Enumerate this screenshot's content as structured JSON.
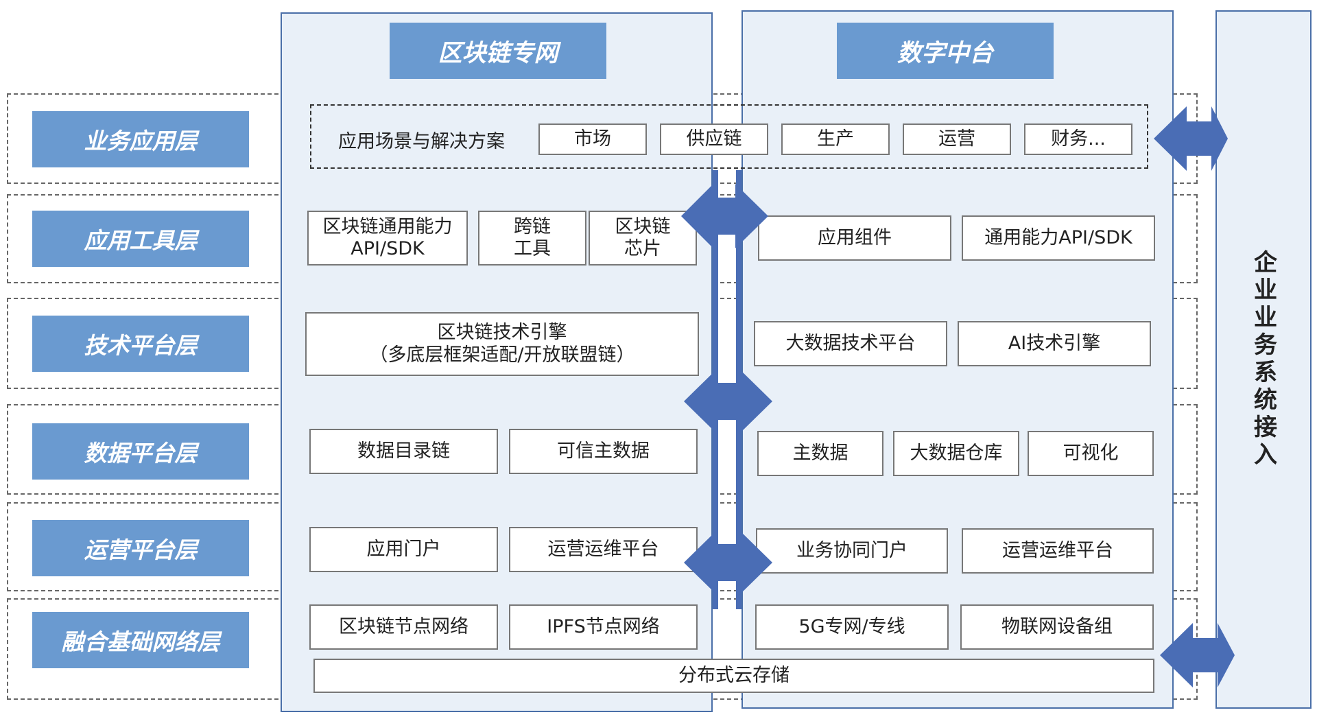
{
  "columns": {
    "blockchain_net": "区块链专网",
    "digital_platform": "数字中台",
    "enterprise_access": "企业业务系统接入"
  },
  "layers": [
    "业务应用层",
    "应用工具层",
    "技术平台层",
    "数据平台层",
    "运营平台层",
    "融合基础网络层"
  ],
  "business": {
    "scene_label": "应用场景与解决方案",
    "items": [
      "市场",
      "供应链",
      "生产",
      "运营",
      "财务..."
    ]
  },
  "tools": {
    "left": [
      "区块链通用能力\nAPI/SDK",
      "跨链\n工具",
      "区块链\n芯片"
    ],
    "right": [
      "应用组件",
      "通用能力API/SDK"
    ]
  },
  "tech": {
    "left": "区块链技术引擎\n（多底层框架适配/开放联盟链）",
    "right": [
      "大数据技术平台",
      "AI技术引擎"
    ]
  },
  "data": {
    "left": [
      "数据目录链",
      "可信主数据"
    ],
    "right": [
      "主数据",
      "大数据仓库",
      "可视化"
    ]
  },
  "ops": {
    "left": [
      "应用门户",
      "运营运维平台"
    ],
    "right": [
      "业务协同门户",
      "运营运维平台"
    ]
  },
  "network": {
    "left": [
      "区块链节点网络",
      "IPFS节点网络"
    ],
    "right": [
      "5G专网/专线",
      "物联网设备组"
    ],
    "storage": "分布式云存储"
  },
  "colors": {
    "column_fill": "#e9f0f8",
    "column_border": "#4a6fa8",
    "label_fill": "#6a9ad0",
    "arrow_fill": "#4a6db5"
  }
}
